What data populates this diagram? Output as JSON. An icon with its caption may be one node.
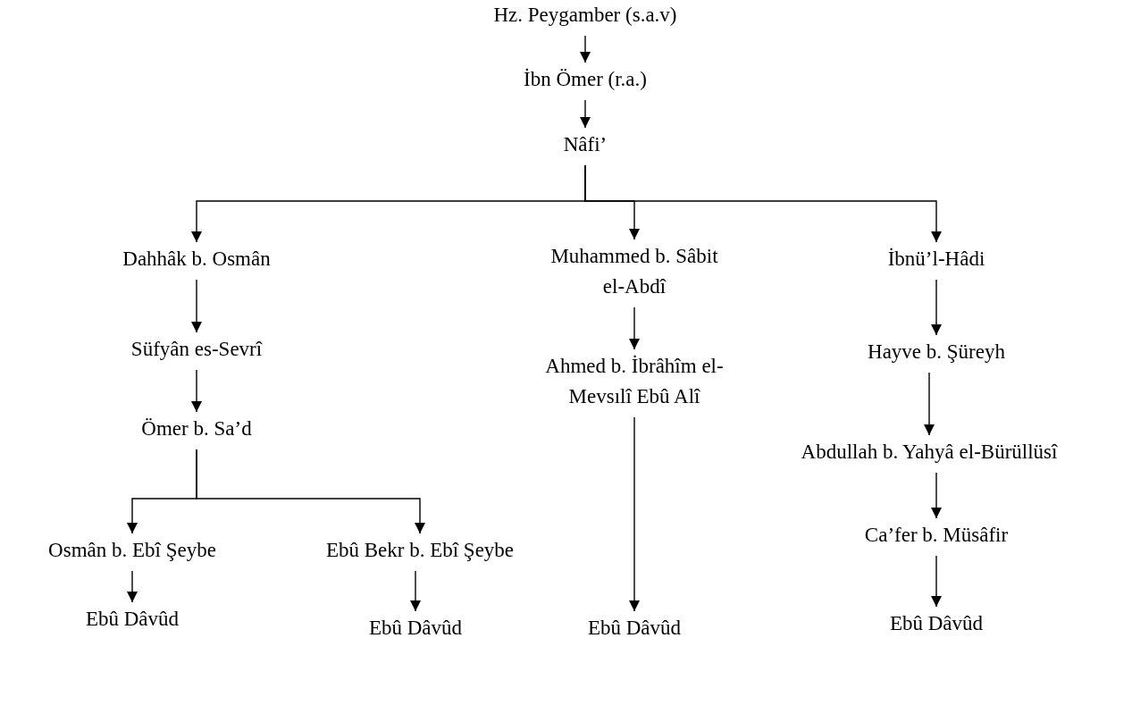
{
  "diagram": {
    "nodes": [
      {
        "text": [
          "Hz. Peygamber (s.a.v)"
        ]
      },
      {
        "text": [
          "İbn Ömer (r.a.)"
        ]
      },
      {
        "text": [
          "Nâfi’"
        ]
      },
      {
        "text": [
          "Dahhâk b. Osmân"
        ]
      },
      {
        "text": [
          "Muhammed b. Sâbit el-Abdî"
        ]
      },
      {
        "text": [
          "İbnü’l-Hâdi"
        ]
      },
      {
        "text": [
          "Süfyân es-Sevrî"
        ]
      },
      {
        "text": [
          "Ahmed b. İbrâhîm el-Mevsılî Ebû Alî"
        ]
      },
      {
        "text": [
          "Hayve b. Şüreyh"
        ]
      },
      {
        "text": [
          "Ömer b. Sa’d"
        ]
      },
      {
        "text": [
          "Abdullah b. Yahyâ el-Bürüllüsî"
        ]
      },
      {
        "text": [
          "Osmân b. Ebî Şeybe"
        ]
      },
      {
        "text": [
          "Ebû Bekr b. Ebî Şeybe"
        ]
      },
      {
        "text": [
          "Ca’fer b. Müsâfir"
        ]
      },
      {
        "text": [
          "Ebû Dâvûd"
        ]
      },
      {
        "text": [
          "Ebû Dâvûd"
        ]
      },
      {
        "text": [
          "Ebû Dâvûd"
        ]
      },
      {
        "text": [
          "Ebû Dâvûd"
        ]
      }
    ],
    "edges": [
      {
        "from": 0,
        "to": 1,
        "arrow": "to"
      },
      {
        "from": 1,
        "to": 2,
        "arrow": "to"
      },
      {
        "from": 2,
        "to": 3,
        "arrow": "to"
      },
      {
        "from": 2,
        "to": 4,
        "arrow": "to"
      },
      {
        "from": 2,
        "to": 5,
        "arrow": "to"
      },
      {
        "from": 3,
        "to": 6,
        "arrow": "to"
      },
      {
        "from": 6,
        "to": 9,
        "arrow": "to"
      },
      {
        "from": 9,
        "to": 11,
        "arrow": "to"
      },
      {
        "from": 9,
        "to": 12,
        "arrow": "to"
      },
      {
        "from": 11,
        "to": 14,
        "arrow": "to"
      },
      {
        "from": 12,
        "to": 15,
        "arrow": "to"
      },
      {
        "from": 4,
        "to": 7,
        "arrow": "to"
      },
      {
        "from": 7,
        "to": 16,
        "arrow": "to"
      },
      {
        "from": 5,
        "to": 8,
        "arrow": "to"
      },
      {
        "from": 8,
        "to": 10,
        "arrow": "to"
      },
      {
        "from": 10,
        "to": 13,
        "arrow": "to"
      },
      {
        "from": 13,
        "to": 17,
        "arrow": "to"
      }
    ]
  }
}
